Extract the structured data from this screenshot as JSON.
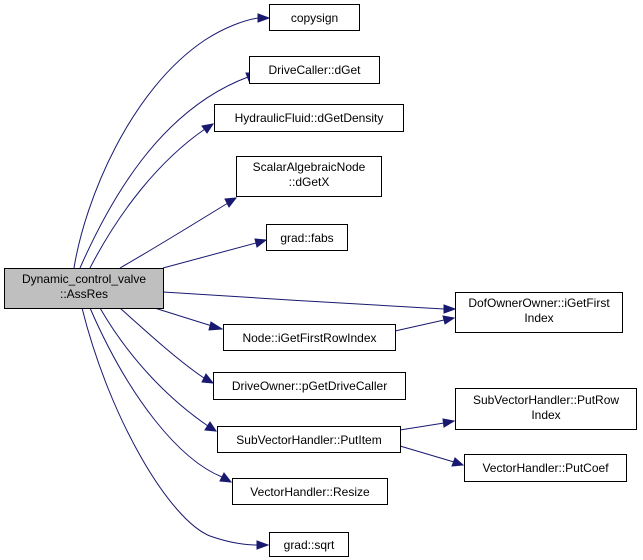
{
  "colors": {
    "edge": "#191970",
    "node_fill": "#ffffff",
    "root_fill": "#bfbfbf",
    "border": "#000000"
  },
  "nodes": {
    "root": [
      "Dynamic_control_valve",
      "::AssRes"
    ],
    "copysign": [
      "copysign"
    ],
    "drivecaller_dget": [
      "DriveCaller::dGet"
    ],
    "hydraulicfluid_dgetdensity": [
      "HydraulicFluid::dGetDensity"
    ],
    "scalaralgebraicnode_dgetx": [
      "ScalarAlgebraicNode",
      "::dGetX"
    ],
    "grad_fabs": [
      "grad::fabs"
    ],
    "dofownerowner_igetfirstindex": [
      "DofOwnerOwner::iGetFirst",
      "Index"
    ],
    "node_igetfirstrowindex": [
      "Node::iGetFirstRowIndex"
    ],
    "driveowner_pgetdrivecaller": [
      "DriveOwner::pGetDriveCaller"
    ],
    "subvectorhandler_putitem": [
      "SubVectorHandler::PutItem"
    ],
    "subvectorhandler_putrowindex": [
      "SubVectorHandler::PutRow",
      "Index"
    ],
    "vectorhandler_putcoef": [
      "VectorHandler::PutCoef"
    ],
    "vectorhandler_resize": [
      "VectorHandler::Resize"
    ],
    "grad_sqrt": [
      "grad::sqrt"
    ]
  }
}
